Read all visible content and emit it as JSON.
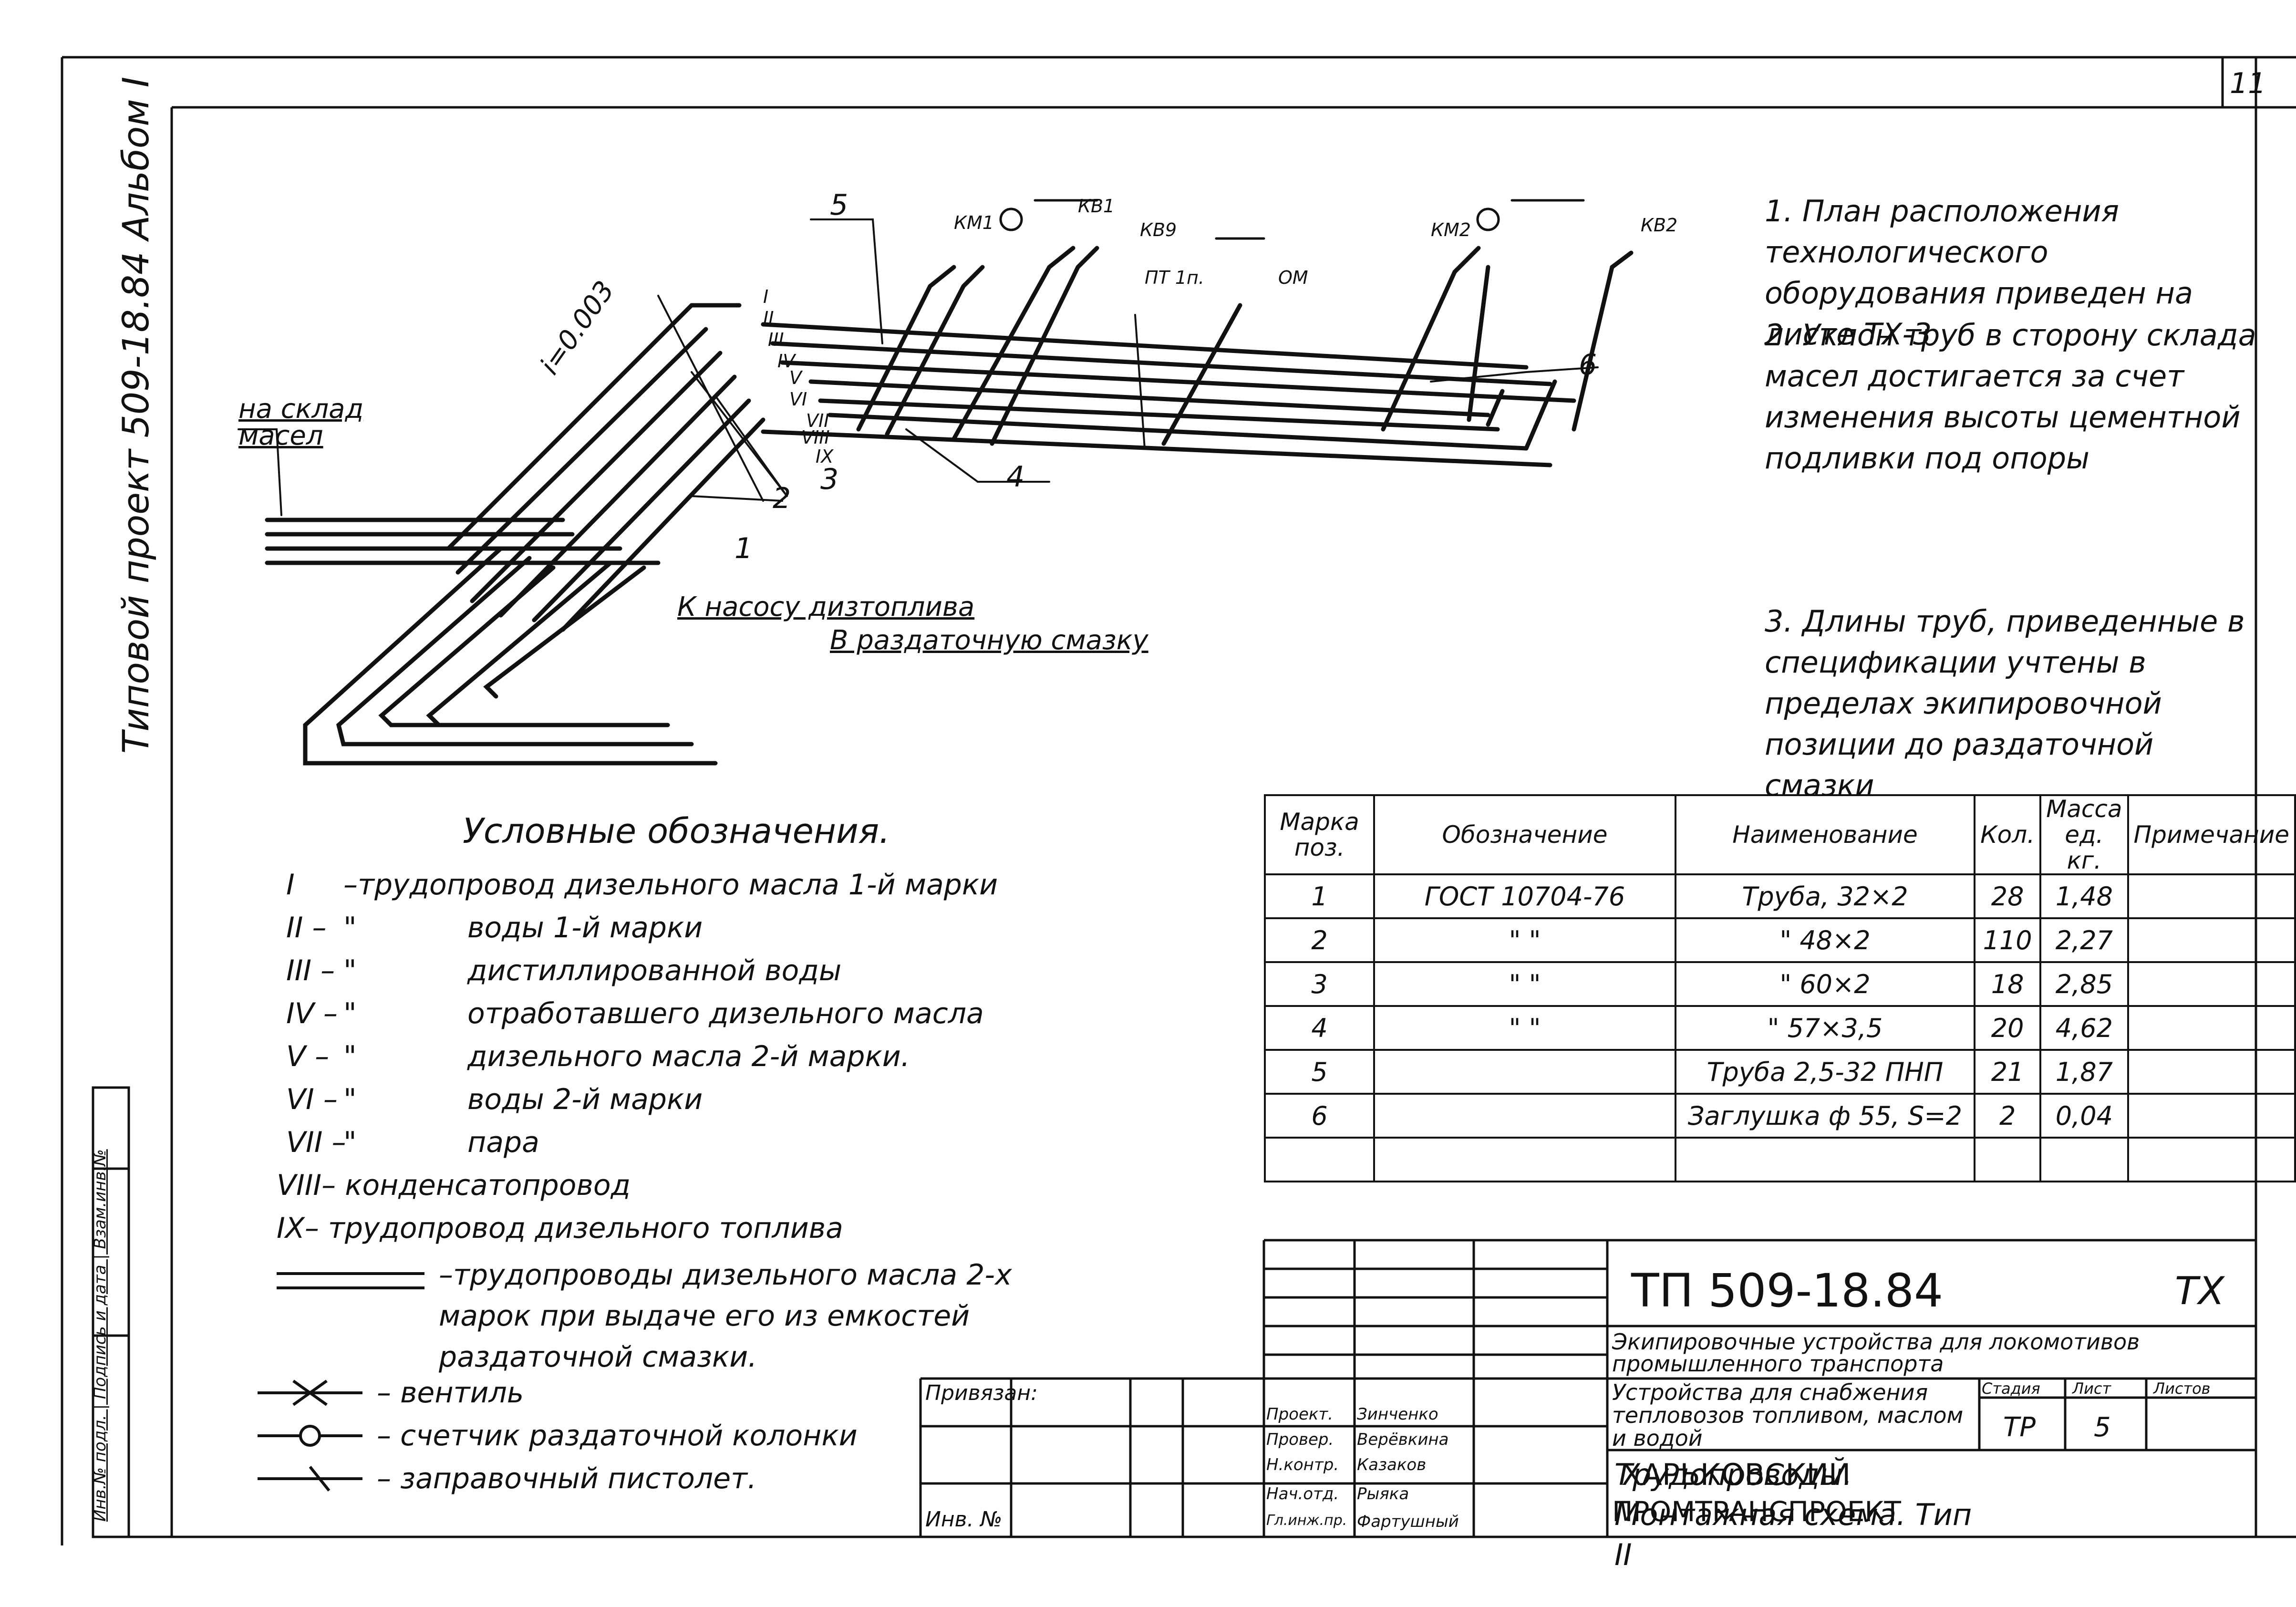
{
  "sheet_corner": "11",
  "side_text": "Типовой проект 509-18.84 Альбом I",
  "side_stamp": "Инв.№ подл. | Подпись и дата | Взам.инв.№",
  "notes": [
    "1. План расположения технологического оборудования приведен на листе ТХ-3",
    "2. Уклон труб в сторону склада масел достигается за счет изменения высоты цементной подливки под опоры",
    "3. Длины труб, приведенные в спецификации учтены в пределах экипировочной позиции до раздаточной смазки"
  ],
  "diagram_labels": {
    "to_oil_store": "на склад масел",
    "slope": "i=0.003",
    "to_fuel_pump": "К насосу дизтоплива",
    "to_dispensing": "В раздаточную смазку",
    "km1": "КМ1",
    "km2": "КМ2",
    "kv1": "КВ1",
    "kv2": "КВ2",
    "kv9": "КВ9",
    "pt1": "ПТ 1п.",
    "om": "ОМ",
    "callouts": [
      "1",
      "2",
      "3",
      "4",
      "5",
      "6"
    ],
    "roman": [
      "I",
      "II",
      "III",
      "IV",
      "V",
      "VI",
      "VII",
      "VIII",
      "IX"
    ]
  },
  "legend": {
    "title": "Условные обозначения.",
    "items": [
      {
        "code": "I",
        "ditto": "",
        "text": "–трудопровод дизельного масла 1-й марки"
      },
      {
        "code": "II –",
        "ditto": "\"",
        "text": "воды 1-й марки"
      },
      {
        "code": "III –",
        "ditto": "\"",
        "text": "дистиллированной воды"
      },
      {
        "code": "IV –",
        "ditto": "\"",
        "text": "отработавшего дизельного масла"
      },
      {
        "code": "V –",
        "ditto": "\"",
        "text": "дизельного масла 2-й марки."
      },
      {
        "code": "VI –",
        "ditto": "\"",
        "text": "воды 2-й марки"
      },
      {
        "code": "VII –",
        "ditto": "\"",
        "text": "пара"
      },
      {
        "code": "VIII",
        "ditto": "",
        "text": "– конденсатопровод"
      },
      {
        "code": "IX",
        "ditto": "",
        "text": "– трудопровод дизельного топлива"
      }
    ],
    "double_line": "–трудопроводы дизельного масла 2-х марок при выдаче его из емкостей раздаточной смазки.",
    "valve": "– вентиль",
    "meter": "– счетчик раздаточной колонки",
    "pistol": "– заправочный пистолет."
  },
  "spec_table": {
    "headers": [
      "Марка поз.",
      "Обозначение",
      "Наименование",
      "Кол.",
      "Масса ед. кг.",
      "Примечание"
    ],
    "rows": [
      [
        "1",
        "ГОСТ 10704-76",
        "Труба, 32×2",
        "28",
        "1,48",
        ""
      ],
      [
        "2",
        "\"           \"",
        "\"   48×2",
        "110",
        "2,27",
        ""
      ],
      [
        "3",
        "\"           \"",
        "\"   60×2",
        "18",
        "2,85",
        ""
      ],
      [
        "4",
        "\"           \"",
        "\"   57×3,5",
        "20",
        "4,62",
        ""
      ],
      [
        "5",
        "",
        "Труба 2,5-32 ПНП",
        "21",
        "1,87",
        ""
      ],
      [
        "6",
        "",
        "Заглушка ф 55, S=2",
        "2",
        "0,04",
        ""
      ],
      [
        "",
        "",
        "",
        "",
        "",
        ""
      ]
    ]
  },
  "title_block": {
    "code": "ТП 509-18.84",
    "mark": "ТХ",
    "project": "Экипировочные устройства для локомотивов промышленного транспорта",
    "object": "Устройства для снабжения тепловозов топливом, маслом и водой",
    "sheet_title": "Трудопроводы. Монтажная схема. Тип II",
    "stage_label": "Стадия",
    "sheet_label": "Лист",
    "sheets_label": "Листов",
    "stage": "ТР",
    "sheet": "5",
    "sheets": "",
    "org1": "ХАРЬКОВСКИЙ",
    "org2": "ПРОМТРАНСПРОЕКТ",
    "attached": "Привязан:",
    "inv": "Инв. №",
    "people": [
      {
        "role": "Проект.",
        "name": "Зинченко"
      },
      {
        "role": "Провер.",
        "name": "Верёвкина"
      },
      {
        "role": "Н.контр.",
        "name": "Казаков"
      },
      {
        "role": "Нач.отд.",
        "name": "Рыяка"
      },
      {
        "role": "Гл.инж.пр.",
        "name": "Фартушный"
      }
    ]
  }
}
